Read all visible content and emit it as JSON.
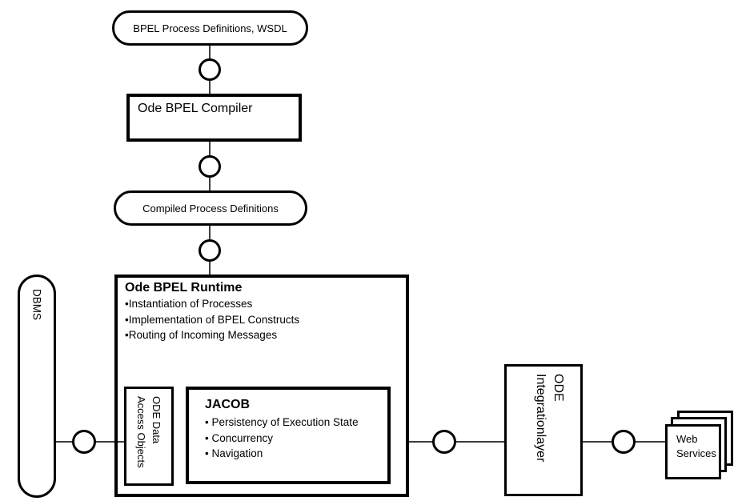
{
  "diagram": {
    "source_node": {
      "label": "BPEL Process Definitions, WSDL"
    },
    "compiler_node": {
      "label": "Ode BPEL Compiler"
    },
    "compiled_node": {
      "label": "Compiled Process Definitions"
    },
    "runtime_node": {
      "title": "Ode BPEL Runtime",
      "bullets": [
        "•Instantiation of Processes",
        "•Implementation of BPEL Constructs",
        "•Routing of Incoming Messages"
      ],
      "dao_node": {
        "lines": [
          "ODE Data",
          "Access Objects"
        ]
      },
      "jacob_node": {
        "title": "JACOB",
        "bullets": [
          "• Persistency of Execution State",
          "• Concurrency",
          "• Navigation"
        ]
      }
    },
    "dbms_node": {
      "label": "DBMS"
    },
    "integration_node": {
      "lines": [
        "ODE",
        "Integrationlayer"
      ]
    },
    "web_services_node": {
      "lines": [
        "Web",
        "Services"
      ]
    },
    "colors": {
      "stroke": "#000000",
      "fill": "#ffffff",
      "connector": "#3c3c3c"
    }
  }
}
